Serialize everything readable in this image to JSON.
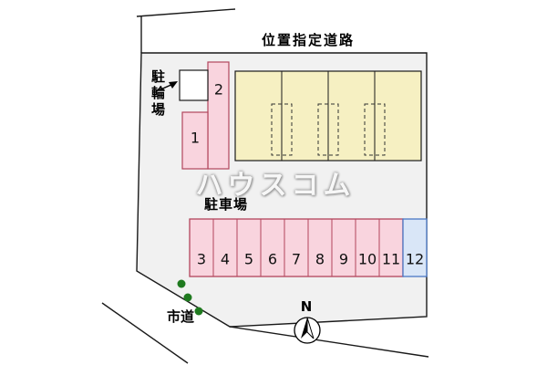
{
  "labels": {
    "top_road": "位置指定道路",
    "bicycle_parking": "駐輪場",
    "parking_lot": "駐車場",
    "city_road": "市道",
    "north": "N"
  },
  "watermark": "ハウスコム",
  "stalls": [
    "1",
    "2",
    "3",
    "4",
    "5",
    "6",
    "7",
    "8",
    "9",
    "10",
    "11",
    "12"
  ],
  "colors": {
    "site_fill": "#f1f1f1",
    "building_fill": "#f6f0c2",
    "stall_fill": "#f9d4de",
    "stall_border": "#b2455c",
    "stall12_fill": "#d9e6f7",
    "stall12_border": "#4a77c4",
    "tree_green": "#1f7a1f",
    "line_black": "#1a1a1a",
    "white": "#ffffff"
  }
}
